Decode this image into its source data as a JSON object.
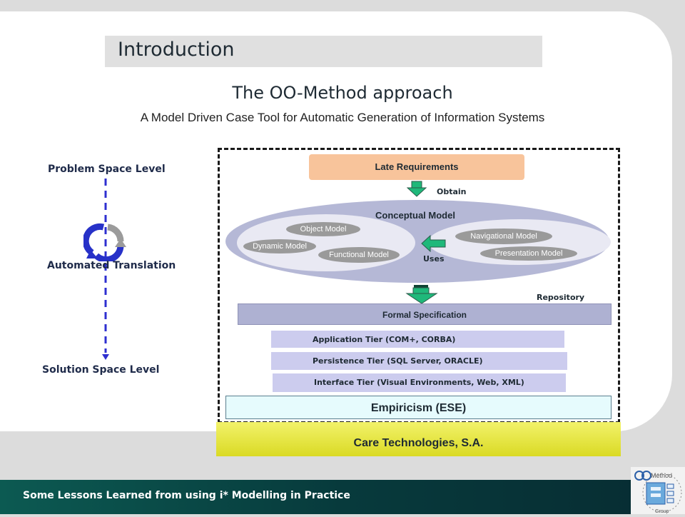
{
  "title": "Introduction",
  "heading": "The OO-Method approach",
  "subheading": "A Model Driven Case Tool for Automatic Generation of Information Systems",
  "levels": {
    "problem": "Problem Space Level",
    "translation": "Automated Translation",
    "solution": "Solution Space Level"
  },
  "diagram": {
    "late_requirements": "Late Requirements",
    "obtain": "Obtain",
    "conceptual_model": "Conceptual Model",
    "uses": "Uses",
    "models_left": [
      "Object Model",
      "Dynamic Model",
      "Functional Model"
    ],
    "models_right": [
      "Navigational Model",
      "Presentation Model"
    ],
    "repository": "Repository",
    "formal_specification": "Formal Specification",
    "tiers": [
      "Application Tier (COM+, CORBA)",
      "Persistence Tier (SQL Server, ORACLE)",
      "Interface Tier (Visual Environments,  Web, XML)"
    ],
    "empiricism": "Empiricism (ESE)",
    "care": "Care Technologies, S.A."
  },
  "footer": "Some Lessons Learned from using i* Modelling in Practice",
  "logo": {
    "text": "Method",
    "subtext": "Group"
  },
  "colors": {
    "late_requirements": "#f8c49b",
    "conceptual_ellipse": "#b5b8d6",
    "tier": "#ccccee",
    "arrow": "#1fb87a",
    "footer": "#0c4a46",
    "care": "#e4e440"
  }
}
